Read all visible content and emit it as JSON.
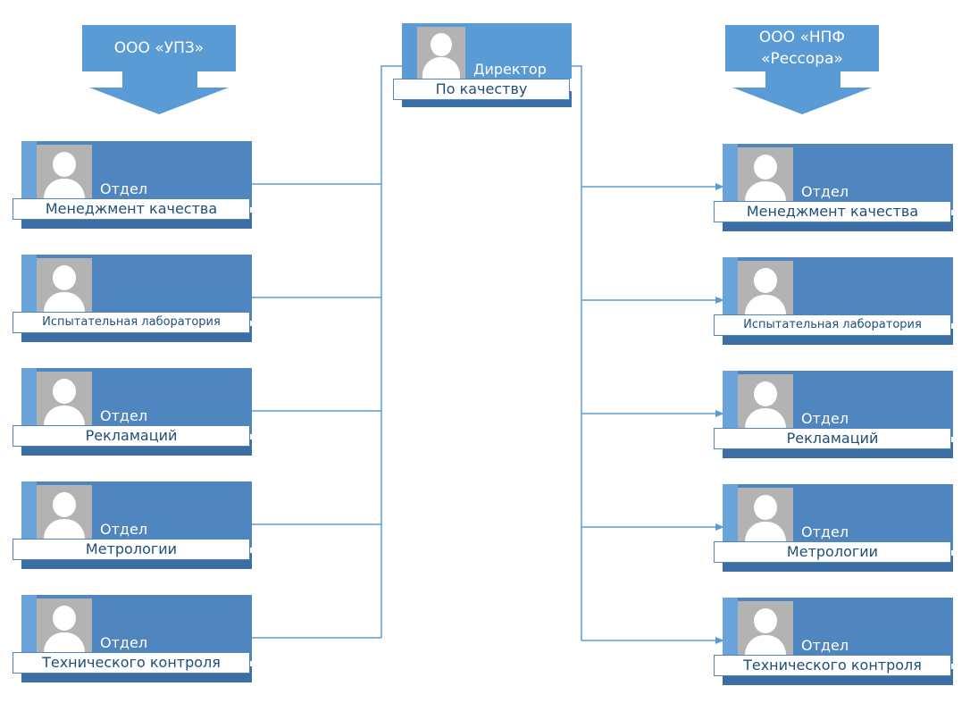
{
  "companies": {
    "left": [
      "ООО «УПЗ»"
    ],
    "right": [
      "ООО «НПФ",
      "«Рессора»"
    ]
  },
  "director": {
    "title": "Директор",
    "label": "По качеству"
  },
  "left_nodes": [
    {
      "title": "Отдел",
      "label": "Менеджмент качества"
    },
    {
      "title": "",
      "label": "Испытательная лаборатория"
    },
    {
      "title": "Отдел",
      "label": "Рекламаций"
    },
    {
      "title": "Отдел",
      "label": "Метрологии"
    },
    {
      "title": "Отдел",
      "label": "Технического контроля"
    }
  ],
  "right_nodes": [
    {
      "title": "Отдел",
      "label": "Менеджмент качества"
    },
    {
      "title": "",
      "label": "Испытательная лаборатория"
    },
    {
      "title": "Отдел",
      "label": "Рекламаций"
    },
    {
      "title": "Отдел",
      "label": "Метрологии"
    },
    {
      "title": "Отдел",
      "label": "Технического контроля"
    }
  ],
  "colors": {
    "node": "#4f86bf",
    "accent": "#5b9bd5",
    "connector": "#5b9bd5",
    "label_text": "#1f4e79"
  },
  "icons": {
    "avatar": "person-placeholder-icon",
    "arrow": "arrowhead-icon",
    "company_arrow": "down-arrow-icon"
  }
}
